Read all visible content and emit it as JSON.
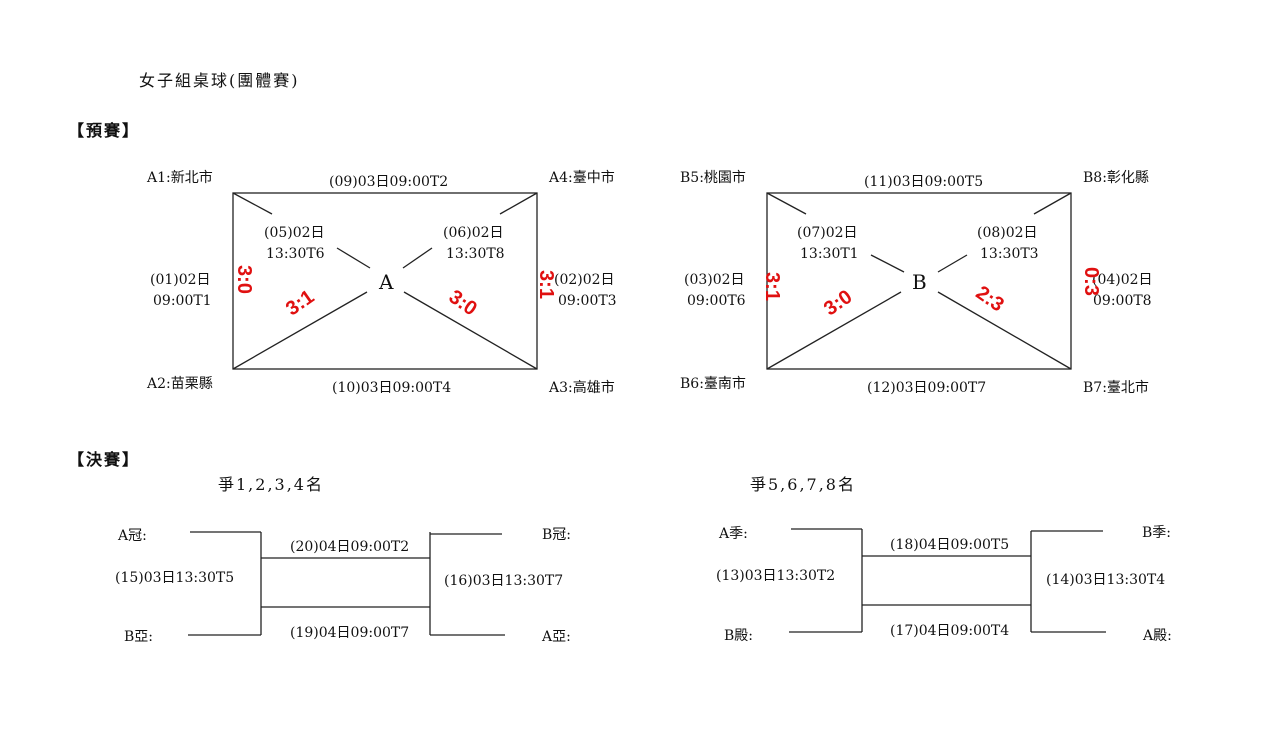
{
  "title": "女子組桌球(團體賽)",
  "prelim_label": "【預賽】",
  "final_label": "【決賽】",
  "pool_a": {
    "letter": "A",
    "team_tl": "A1:新北市",
    "team_tr": "A4:臺中市",
    "team_bl": "A2:苗栗縣",
    "team_br": "A3:高雄市",
    "match_top": "(09)03日09:00T2",
    "match_bottom": "(10)03日09:00T4",
    "match_left_1": "(01)02日",
    "match_left_2": "09:00T1",
    "match_right_1": "(02)02日",
    "match_right_2": "09:00T3",
    "diag_left_1": "(05)02日",
    "diag_left_2": "13:30T6",
    "diag_right_1": "(06)02日",
    "diag_right_2": "13:30T8",
    "score_left": "3:0",
    "score_right": "3:1",
    "score_diag_left": "3:1",
    "score_diag_right": "3:0"
  },
  "pool_b": {
    "letter": "B",
    "team_tl": "B5:桃園市",
    "team_tr": "B8:彰化縣",
    "team_bl": "B6:臺南市",
    "team_br": "B7:臺北市",
    "match_top": "(11)03日09:00T5",
    "match_bottom": "(12)03日09:00T7",
    "match_left_1": "(03)02日",
    "match_left_2": "09:00T6",
    "match_right_1": "(04)02日",
    "match_right_2": "09:00T8",
    "diag_left_1": "(07)02日",
    "diag_left_2": "13:30T1",
    "diag_right_1": "(08)02日",
    "diag_right_2": "13:30T3",
    "score_left": "3:1",
    "score_right": "0:3",
    "score_diag_left": "3:0",
    "score_diag_right": "2:3"
  },
  "final_top": {
    "heading": "爭1,2,3,4名",
    "seed_tl": "A冠:",
    "seed_bl": "B亞:",
    "seed_tr": "B冠:",
    "seed_br": "A亞:",
    "semi_left": "(15)03日13:30T5",
    "semi_right": "(16)03日13:30T7",
    "final_upper": "(20)04日09:00T2",
    "final_lower": "(19)04日09:00T7"
  },
  "final_low": {
    "heading": "爭5,6,7,8名",
    "seed_tl": "A季:",
    "seed_bl": "B殿:",
    "seed_tr": "B季:",
    "seed_br": "A殿:",
    "semi_left": "(13)03日13:30T2",
    "semi_right": "(14)03日13:30T4",
    "final_upper": "(18)04日09:00T5",
    "final_lower": "(17)04日09:00T4"
  }
}
